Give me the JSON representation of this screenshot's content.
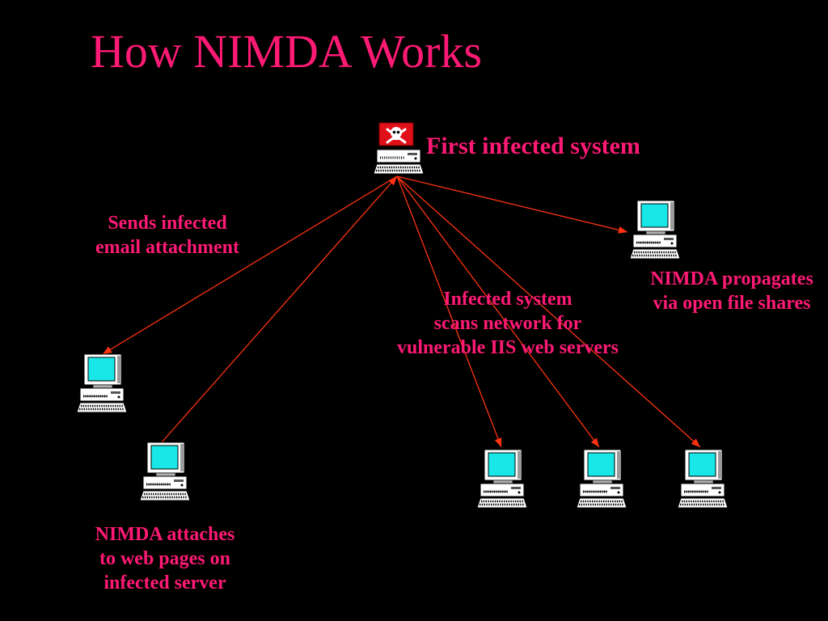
{
  "title": "How NIMDA Works",
  "labels": {
    "first_infected": "First infected system",
    "email": [
      "Sends infected",
      "email attachment"
    ],
    "scan": [
      "Infected system",
      "scans network for",
      "vulnerable IIS web servers"
    ],
    "propagate": [
      "NIMDA propagates",
      "via open file shares"
    ],
    "webpages": [
      "NIMDA attaches",
      "to web pages on",
      "infected server"
    ]
  },
  "colors": {
    "background": "#000000",
    "text": "#ff1a75",
    "arrow": "#ff3311",
    "screen": "#19e6e6",
    "skull_flag": "#e0101a"
  },
  "icons": {
    "computer": "desktop-computer-icon",
    "skull": "skull-crossbones-icon"
  }
}
